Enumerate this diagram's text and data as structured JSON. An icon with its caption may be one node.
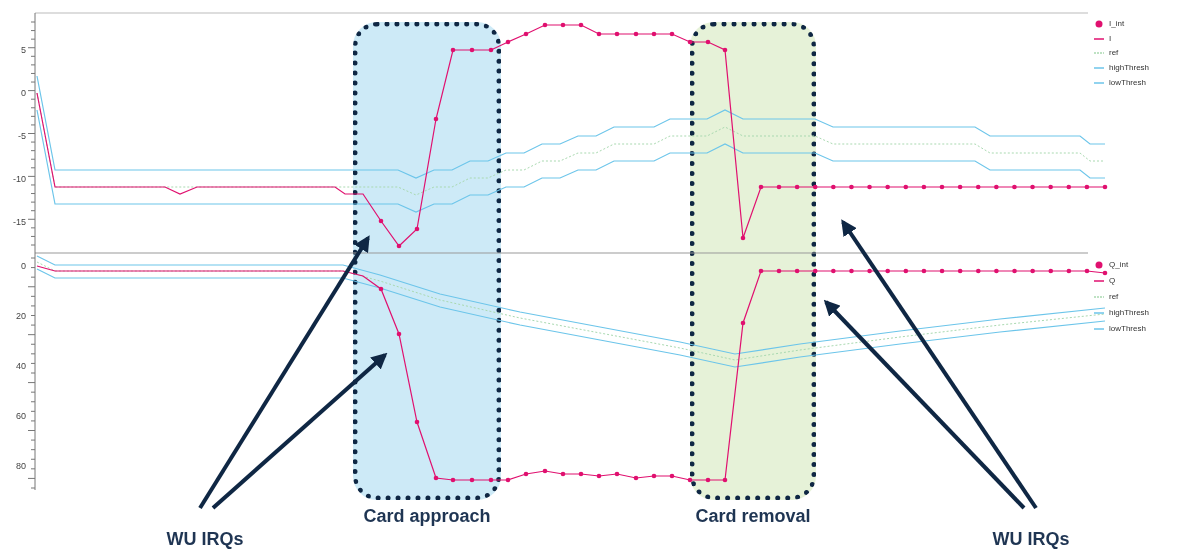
{
  "diagram": {
    "nodes": [
      {
        "text": [
          "Card approach"
        ]
      },
      {
        "text": [
          "Card removal"
        ]
      },
      {
        "text": [
          "WU IRQs"
        ]
      },
      {
        "text": [
          "WU IRQs"
        ]
      }
    ],
    "edges": [
      {
        "from": 2,
        "to": 0,
        "arrow": "to"
      },
      {
        "from": 2,
        "to": 0,
        "arrow": "to"
      },
      {
        "from": 3,
        "to": 1,
        "arrow": "to"
      },
      {
        "from": 3,
        "to": 1,
        "arrow": "to"
      }
    ],
    "labels": [
      "5",
      "0",
      "-5",
      "-10",
      "-15",
      "0",
      "20",
      "40",
      "60",
      "80"
    ],
    "legend": [
      {
        "text": "I_int"
      },
      {
        "text": "I"
      },
      {
        "text": "ref"
      },
      {
        "text": "highThresh"
      },
      {
        "text": "lowThresh"
      },
      {
        "text": "Q_int"
      },
      {
        "text": "Q"
      },
      {
        "text": "ref"
      },
      {
        "text": "highThresh"
      },
      {
        "text": "lowThresh"
      }
    ]
  }
}
